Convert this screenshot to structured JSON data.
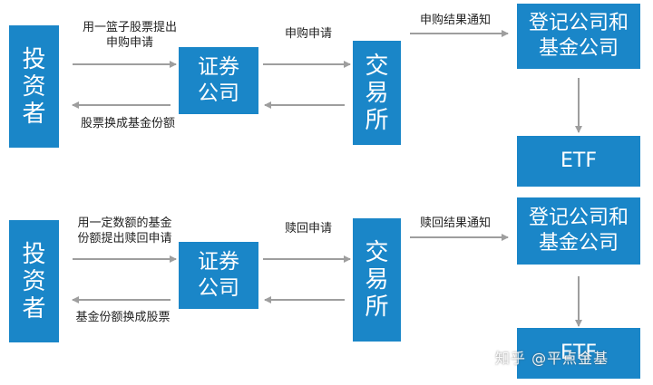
{
  "flows": [
    {
      "investor": "投\n资\n者",
      "broker": "证券\n公司",
      "exchange": "交\n易\n所",
      "registrar": "登记公司和\n基金公司",
      "etf": "ETF",
      "label_investor_to_broker": "用一篮子股票提出\n申购申请",
      "label_broker_to_investor": "股票换成基金份额",
      "label_broker_to_exchange": "申购申请",
      "label_exchange_to_registrar": "申购结果通知"
    },
    {
      "investor": "投\n资\n者",
      "broker": "证券\n公司",
      "exchange": "交\n易\n所",
      "registrar": "登记公司和\n基金公司",
      "etf": "ETF",
      "label_investor_to_broker": "用一定数额的基金\n份额提出赎回申请",
      "label_broker_to_investor": "基金份额换成股票",
      "label_broker_to_exchange": "赎回申请",
      "label_exchange_to_registrar": "赎回结果通知"
    }
  ],
  "watermark": "知乎 @平点金基",
  "colors": {
    "box": "#1a86c8",
    "arrow": "#9e9e9e"
  }
}
